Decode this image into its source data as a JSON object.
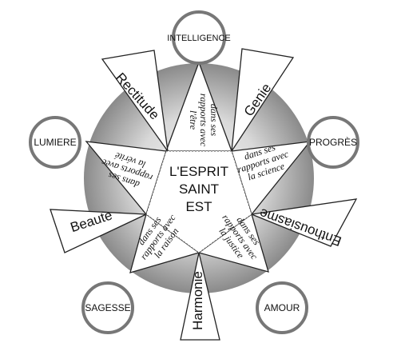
{
  "center_lines": [
    "L'ESPRIT",
    "SAINT",
    "EST"
  ],
  "nodes": {
    "intelligence": "INTELLIGENCE",
    "progres": "PROGRÈS",
    "amour": "AMOUR",
    "sagesse": "SAGESSE",
    "lumiere": "LUMIERE"
  },
  "rays": {
    "rectitude": "Rectitude",
    "genie": "Genie",
    "enthousiasme": "Enthousiasme",
    "harmonie": "Harmonie",
    "beaute": "Beaute"
  },
  "relations": {
    "etre": [
      "dans ses",
      "rapports avec",
      "l'être"
    ],
    "science": [
      "dans ses",
      "rapports avec",
      "la science"
    ],
    "justice": [
      "dans ses",
      "rapports avec",
      "la justice"
    ],
    "raison": [
      "dans ses",
      "rapports avec",
      "la raison"
    ],
    "verite": [
      "dans ses",
      "rapports avec",
      "la vérité"
    ]
  },
  "colors": {
    "disc_center": "#f4f4f4",
    "disc_edge": "#8a8a8a",
    "line": "#222222",
    "fill": "#ffffff"
  }
}
